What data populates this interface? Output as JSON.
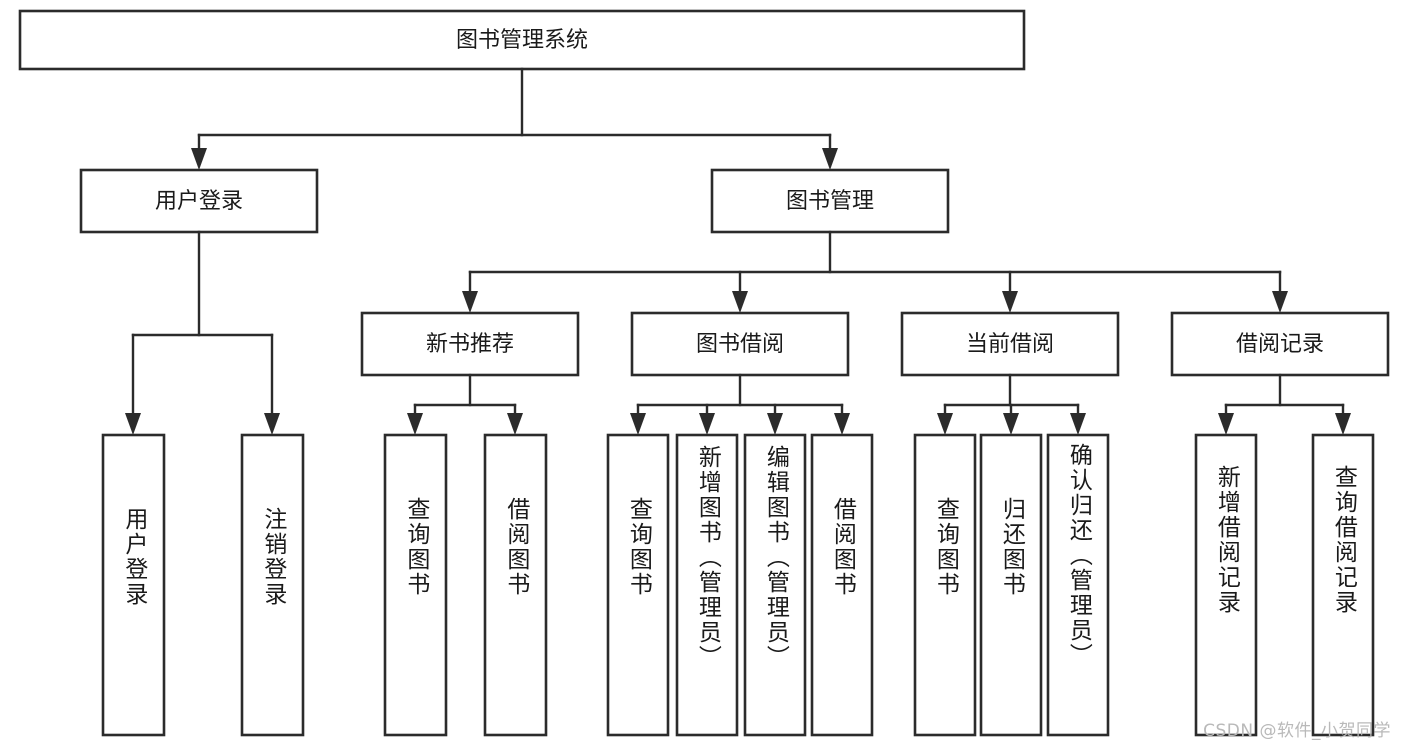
{
  "diagram": {
    "type": "tree",
    "title": "图书管理系统",
    "watermark": "CSDN @软件_小贺同学",
    "colors": {
      "background": "#ffffff",
      "stroke": "#2b2b2b",
      "text": "#1a1a1a",
      "watermark": "#b9b9b9"
    },
    "root": {
      "label": "图书管理系统"
    },
    "level2": [
      {
        "label": "用户登录"
      },
      {
        "label": "图书管理"
      }
    ],
    "level3": [
      {
        "label": "新书推荐"
      },
      {
        "label": "图书借阅"
      },
      {
        "label": "当前借阅"
      },
      {
        "label": "借阅记录"
      }
    ],
    "leaves": {
      "user_login": [
        {
          "label": "用户登录"
        },
        {
          "label": "注销登录"
        }
      ],
      "new_book": [
        {
          "label": "查询图书"
        },
        {
          "label": "借阅图书"
        }
      ],
      "book_borrow": [
        {
          "label": "查询图书"
        },
        {
          "label": "新增图书（管理员）"
        },
        {
          "label": "编辑图书（管理员）"
        },
        {
          "label": "借阅图书"
        }
      ],
      "current_borrow": [
        {
          "label": "查询图书"
        },
        {
          "label": "归还图书"
        },
        {
          "label": "确认归还（管理员）"
        }
      ],
      "borrow_record": [
        {
          "label": "新增借阅记录"
        },
        {
          "label": "查询借阅记录"
        }
      ]
    }
  }
}
